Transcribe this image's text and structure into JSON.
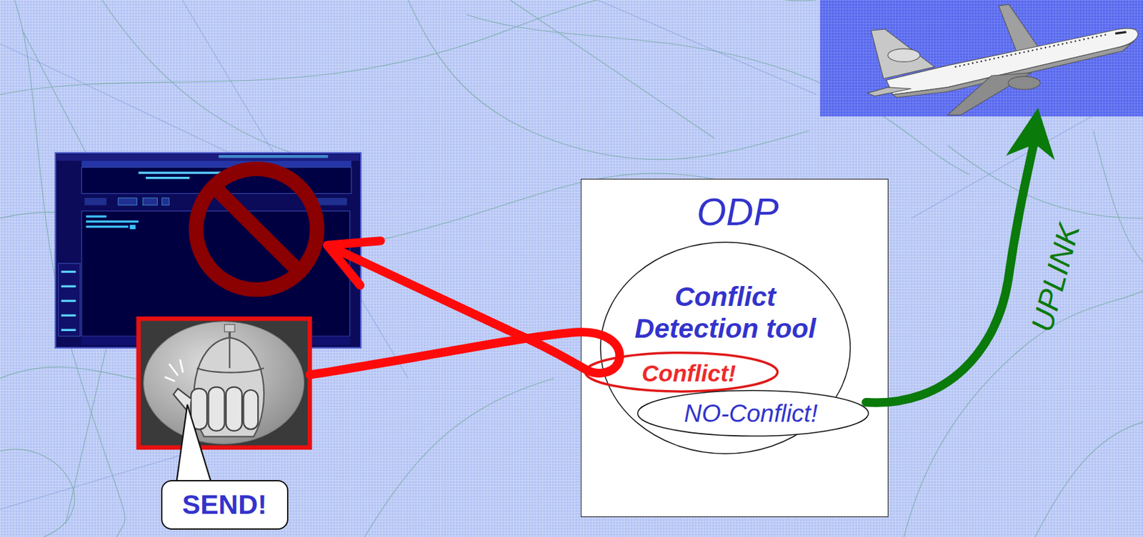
{
  "diagram": {
    "nodes": [
      {
        "text": [
          "ODP"
        ]
      },
      {
        "text": [
          "Conflict Detection tool"
        ],
        "in": 0
      },
      {
        "text": [
          "Conflict!"
        ],
        "in": 1
      },
      {
        "text": [
          "NO-Conflict!"
        ],
        "in": 1
      },
      {
        "text": [
          "SEND!"
        ]
      }
    ],
    "labels": [
      "UPLINK"
    ]
  }
}
